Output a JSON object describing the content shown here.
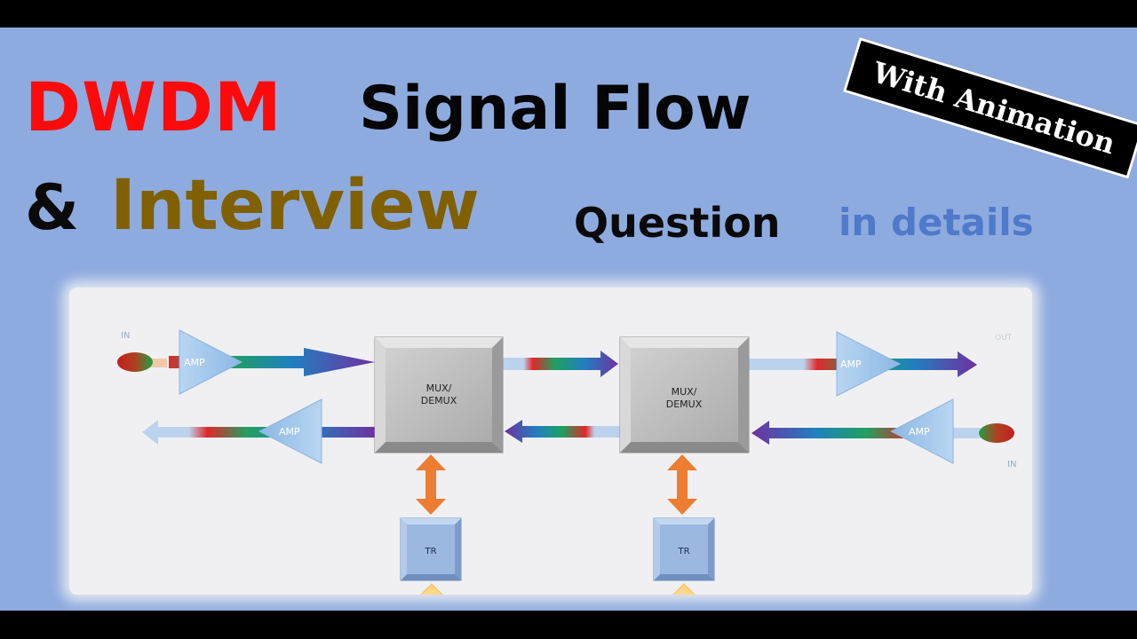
{
  "title": {
    "dwdm": "DWDM",
    "signal_flow": "Signal Flow",
    "ampersand": "&",
    "interview": "Interview",
    "question": "Question",
    "in_details": "in details"
  },
  "badge": {
    "text": "With Animation"
  },
  "diagram": {
    "in_label_left": "IN",
    "out_label_right": "OUT",
    "in_label_right": "IN",
    "amp_label": "AMP",
    "mux_label_line1": "MUX/",
    "mux_label_line2": "DEMUX",
    "tr_label": "TR"
  },
  "colors": {
    "background": "#8eabdf",
    "dwdm_red": "#ff0a0a",
    "interview_brown": "#806000",
    "details_blue": "#4f79c9",
    "purple_arrow": "#7030a0",
    "orange_arrow": "#ed7d31",
    "amp_blue": "#9dc3e6"
  }
}
